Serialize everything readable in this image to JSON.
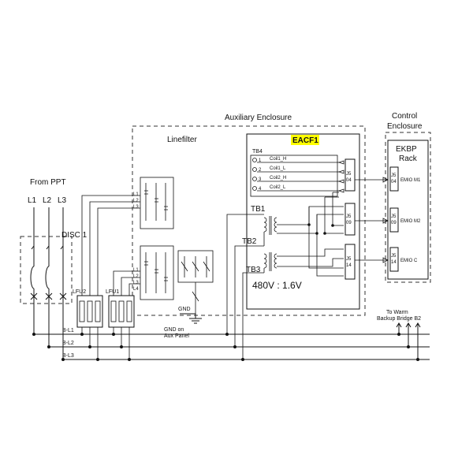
{
  "source": {
    "title": "From PPT",
    "lines": [
      "L1",
      "L2",
      "L3"
    ],
    "disconnect": "DISC 1"
  },
  "aux_enclosure": {
    "title": "Auxiliary Enclosure",
    "linefilter": "Linefilter",
    "gnd": "GND",
    "gnd_note": "GND on Aux Panel"
  },
  "lf_pins_top": [
    "L1",
    "L2",
    "L3"
  ],
  "lf_pins_bottom": [
    "L1",
    "L2",
    "L3",
    "L4"
  ],
  "fuses": {
    "lfu2": "LFU2",
    "lfu1": "LFU1"
  },
  "eacf": {
    "title": "EACF1",
    "highlight": "#ffff00",
    "tb4": "TB4",
    "tb1": "TB1",
    "tb2": "TB2",
    "tb3": "TB3",
    "ratio": "480V : 1.6V"
  },
  "tb4_terminals": [
    {
      "num": "1",
      "label": "Coil1_H"
    },
    {
      "num": "2",
      "label": "Coil1_L"
    },
    {
      "num": "3",
      "label": "Coil2_H"
    },
    {
      "num": "4",
      "label": "Coil2_L"
    }
  ],
  "eacf_connectors": [
    {
      "top": "J5",
      "bottom": "04"
    },
    {
      "top": "J5",
      "bottom": "09"
    },
    {
      "top": "J5",
      "bottom": "14"
    }
  ],
  "control": {
    "title_line1": "Control",
    "title_line2": "Enclosure",
    "rack_line1": "EKBP",
    "rack_line2": "Rack"
  },
  "rack_connectors": [
    {
      "top": "J5",
      "bottom": "04",
      "label": "EMIO M1"
    },
    {
      "top": "J5",
      "bottom": "09",
      "label": "EMIO M2"
    },
    {
      "top": "J5",
      "bottom": "14",
      "label": "EMIO C"
    }
  ],
  "buses": [
    "B-L1",
    "B-L2",
    "B-L3"
  ],
  "warm_backup": {
    "line1": "To Warm",
    "line2": "Backup Bridge B2"
  }
}
